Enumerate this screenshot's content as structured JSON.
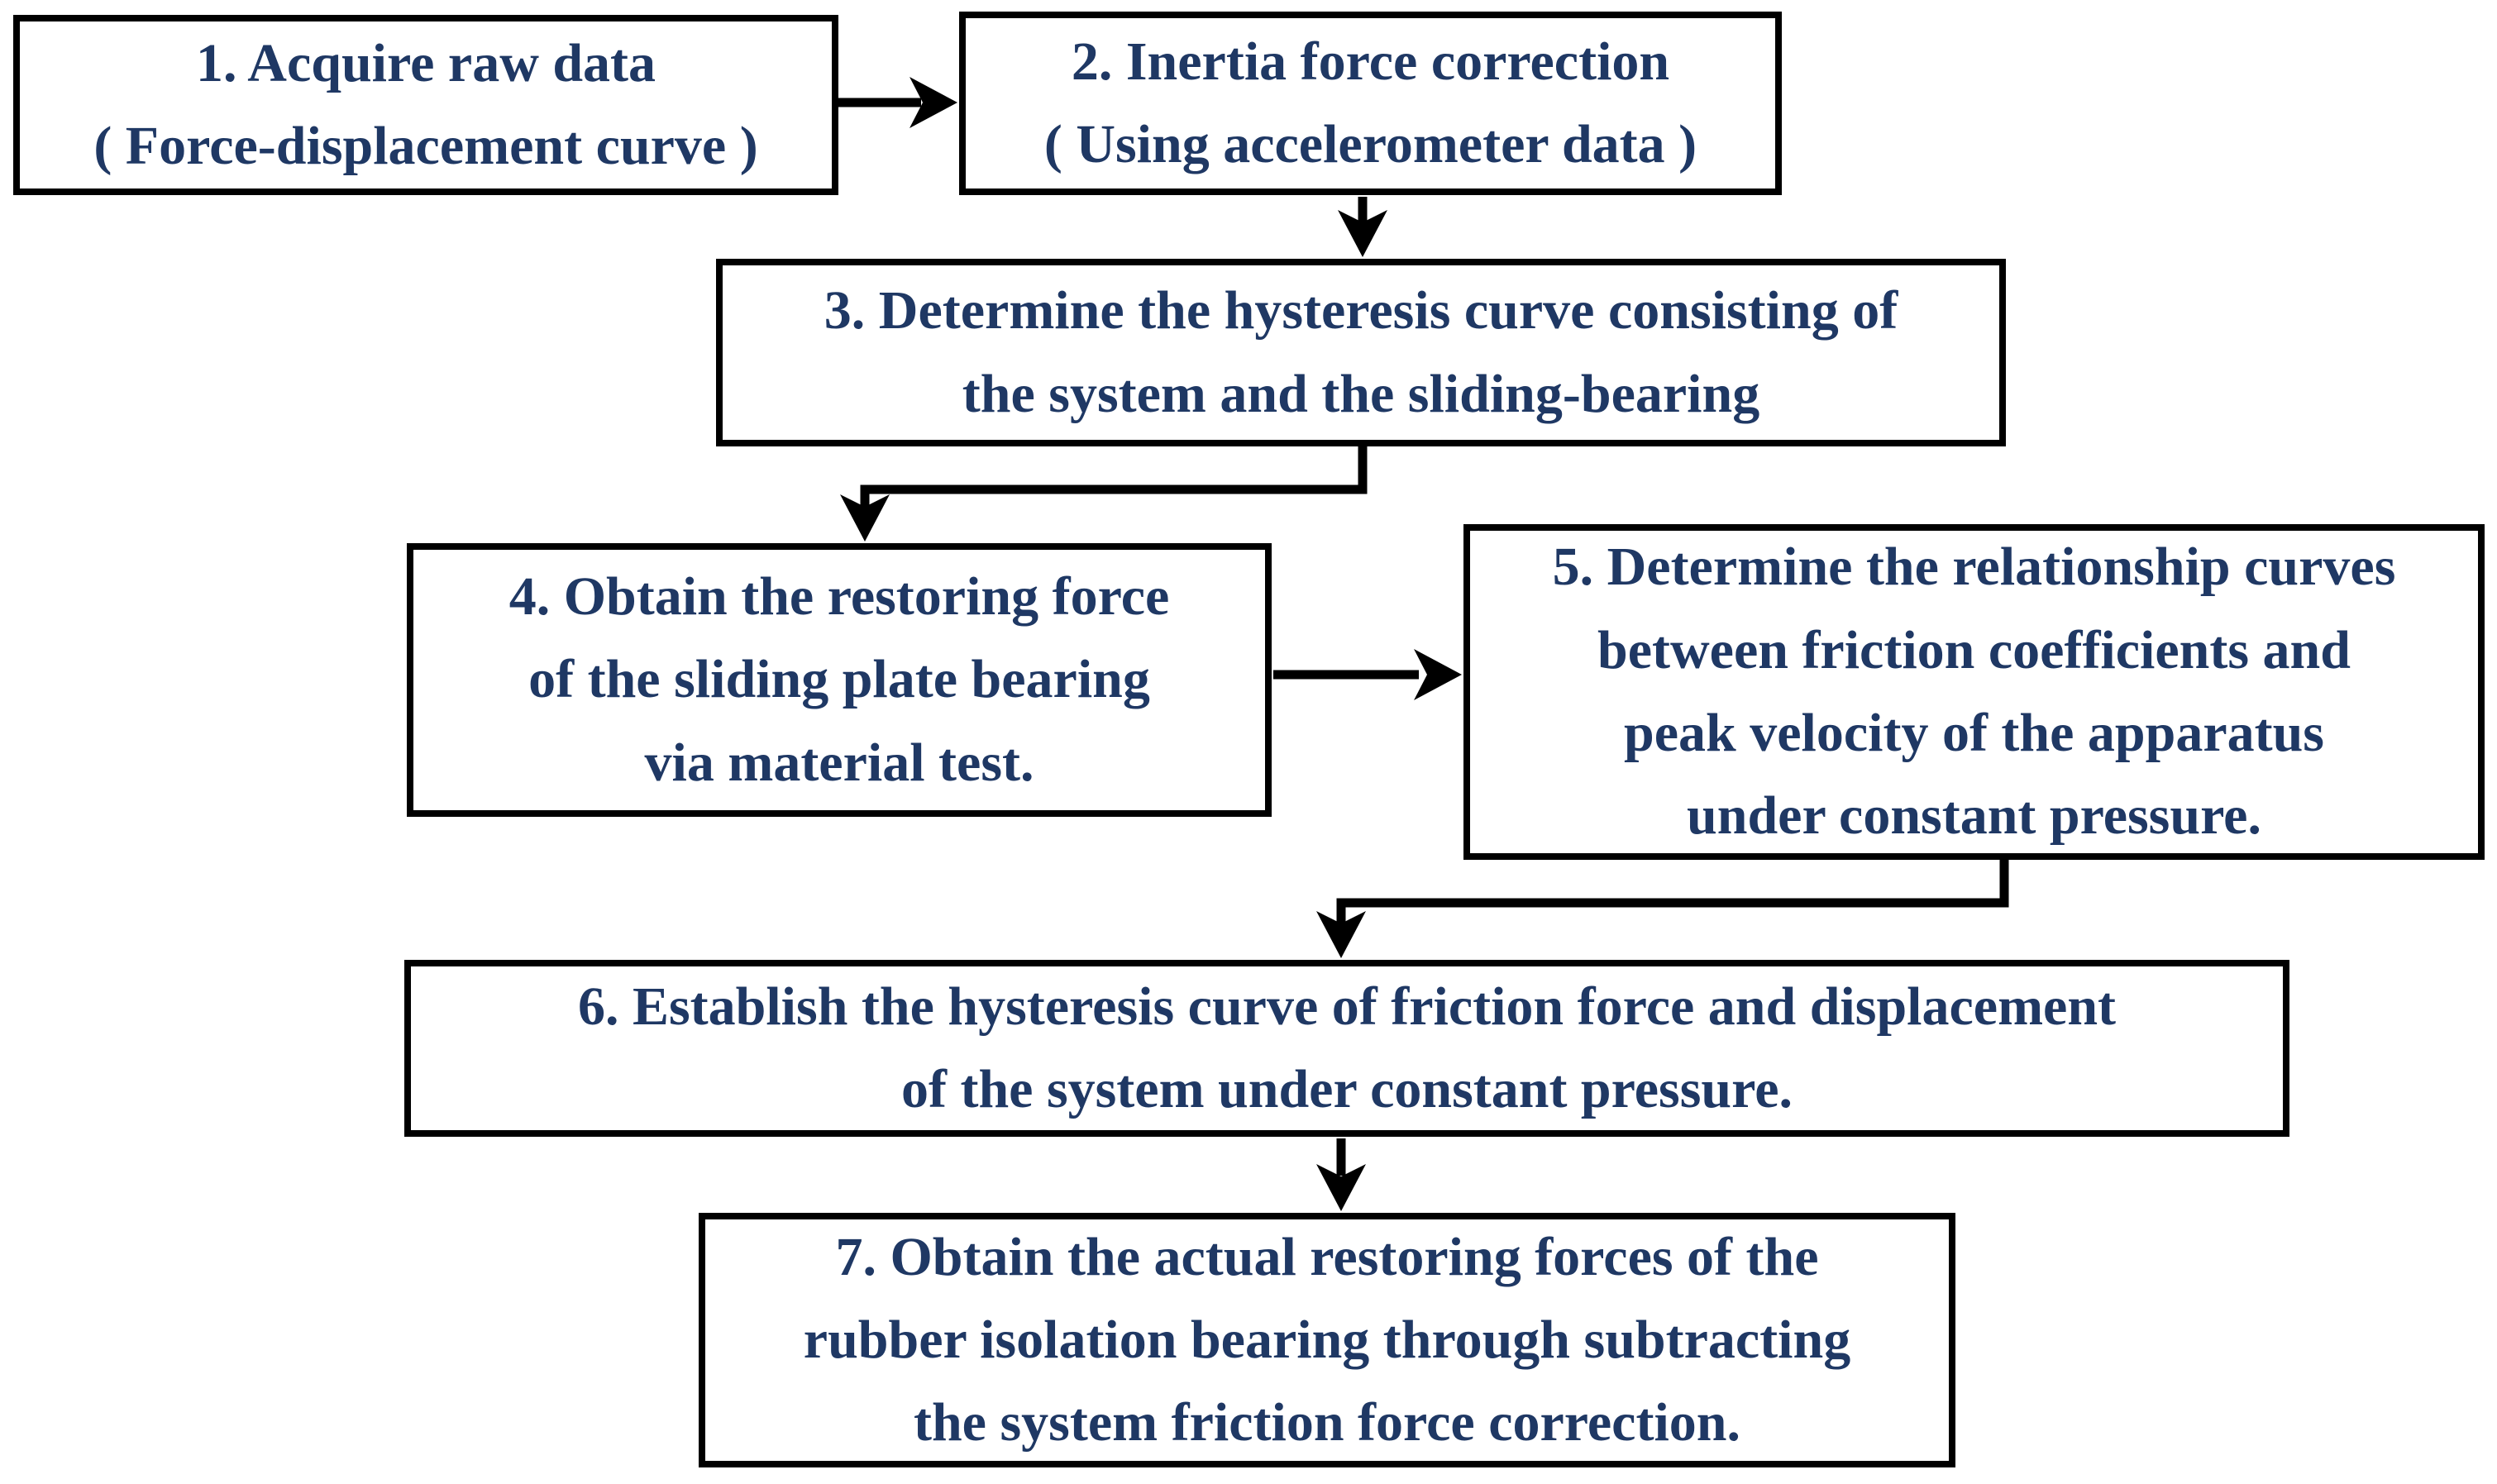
{
  "diagram": {
    "type": "flowchart",
    "background_color": "#ffffff",
    "box_border_color": "#000000",
    "arrow_color": "#000000",
    "text_color": "#1f3864",
    "boxes": [
      {
        "step": "1",
        "lines": [
          "1. Acquire raw data",
          "( Force-displacement curve )"
        ]
      },
      {
        "step": "2",
        "lines": [
          "2. Inertia force correction",
          "( Using accelerometer data )"
        ]
      },
      {
        "step": "3",
        "lines": [
          "3. Determine the hysteresis curve consisting of",
          "the system and the sliding-bearing"
        ]
      },
      {
        "step": "4",
        "lines": [
          "4. Obtain the restoring force",
          "of the sliding plate bearing",
          "via material test."
        ]
      },
      {
        "step": "5",
        "lines": [
          "5. Determine the relationship curves",
          "between friction coefficients and",
          "peak velocity of the apparatus",
          "under constant pressure."
        ]
      },
      {
        "step": "6",
        "lines": [
          "6. Establish the hysteresis curve of friction force and displacement",
          "of the system under constant pressure."
        ]
      },
      {
        "step": "7",
        "lines": [
          "7. Obtain the actual restoring forces of the",
          "rubber isolation bearing through subtracting",
          "the system friction force correction."
        ]
      }
    ],
    "connections": [
      {
        "from": "1",
        "to": "2",
        "shape": "straight-right"
      },
      {
        "from": "2",
        "to": "3",
        "shape": "straight-down"
      },
      {
        "from": "3",
        "to": "4",
        "shape": "elbow-down-left-down"
      },
      {
        "from": "4",
        "to": "5",
        "shape": "straight-right"
      },
      {
        "from": "5",
        "to": "6",
        "shape": "elbow-down-left-down"
      },
      {
        "from": "6",
        "to": "7",
        "shape": "straight-down"
      }
    ]
  }
}
